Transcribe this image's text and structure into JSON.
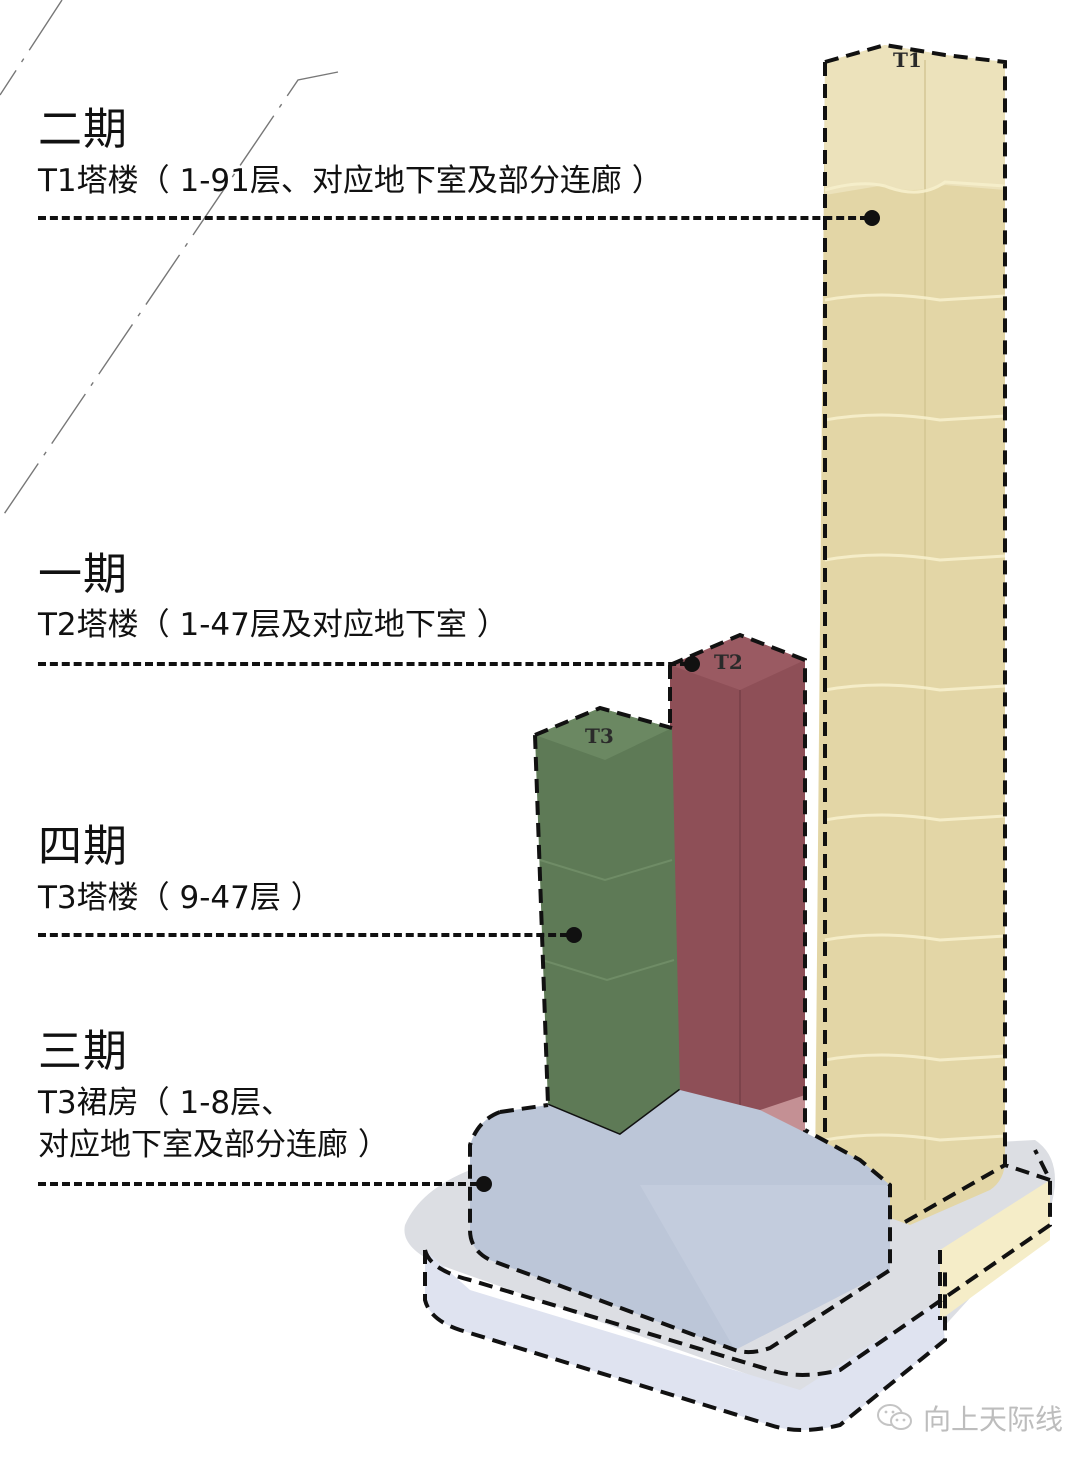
{
  "phases": [
    {
      "id": "phase-2",
      "title": "二期",
      "description": "T1塔楼（ 1-91层、对应地下室及部分连廊 ）",
      "tower": "T1",
      "color": "#e6d9a8"
    },
    {
      "id": "phase-1",
      "title": "一期",
      "description": "T2塔楼（ 1-47层及对应地下室 ）",
      "tower": "T2",
      "color": "#8e4f57"
    },
    {
      "id": "phase-4",
      "title": "四期",
      "description": "T3塔楼（ 9-47层 ）",
      "tower": "T3",
      "color": "#5e7a56"
    },
    {
      "id": "phase-3",
      "title": "三期",
      "description": "T3裙房（ 1-8层、\n对应地下室及部分连廊 ）",
      "tower": "T3 podium",
      "color": "#b9c4d8"
    }
  ],
  "towers": {
    "t1": {
      "label": "T1"
    },
    "t2": {
      "label": "T2"
    },
    "t3": {
      "label": "T3"
    }
  },
  "watermark": {
    "icon": "wechat-icon",
    "text": "向上天际线"
  }
}
